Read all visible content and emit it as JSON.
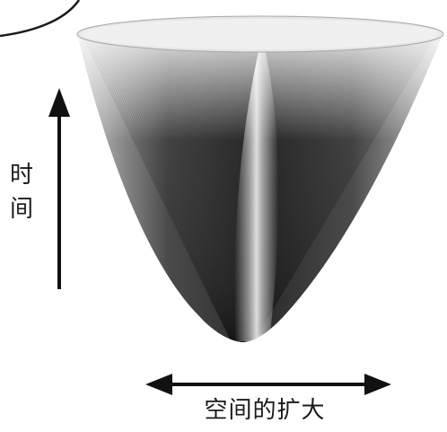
{
  "diagram": {
    "time_axis_label_chars": [
      "时",
      "间"
    ],
    "space_axis_label": "空间的扩大"
  }
}
